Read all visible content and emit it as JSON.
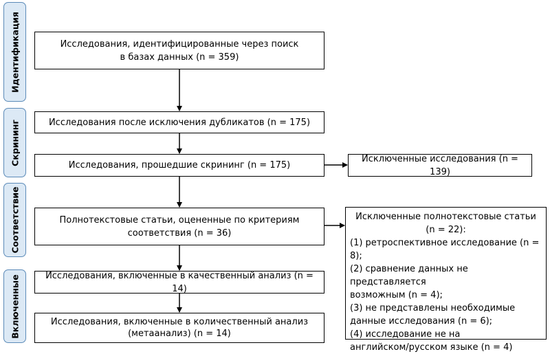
{
  "stages": {
    "identification": "Идентификация",
    "screening": "Скрининг",
    "eligibility": "Соответствие",
    "included": "Включенные"
  },
  "boxes": {
    "identified": [
      "Исследования, идентифицированные через поиск",
      "в базах данных (n = 359)"
    ],
    "after_duplicates": "Исследования после исключения дубликатов (n = 175)",
    "screened": "Исследования, прошедшие скрининг (n = 175)",
    "excluded_studies": "Исключенные исследования (n = 139)",
    "fulltext_assessed": [
      "Полнотекстовые статьи, оцененные по критериям",
      "соответствия (n = 36)"
    ],
    "qualitative": "Исследования, включенные в качественный анализ (n = 14)",
    "quantitative": [
      "Исследования, включенные в количественный анализ",
      "(метаанализ) (n = 14)"
    ]
  },
  "excluded_fulltext": {
    "title": [
      "Исключенные полнотекстовые статьи",
      "(n = 22):"
    ],
    "reasons": [
      "(1) ретроспективное исследование (n = 8);",
      "(2) сравнение данных не представляется",
      "возможным (n = 4);",
      "(3) не представлены необходимые",
      "данные исследования (n = 6);",
      "(4) исследование не на",
      "английском/русском языке (n = 4)"
    ]
  }
}
